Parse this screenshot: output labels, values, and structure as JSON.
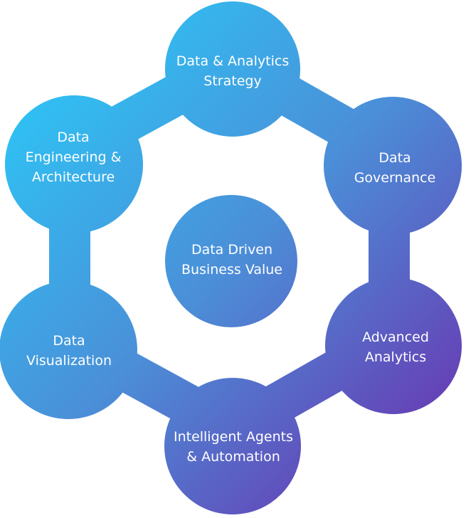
{
  "diagram": {
    "center": {
      "label": "Data Driven\nBusiness Value"
    },
    "nodes": [
      {
        "id": "strategy",
        "label": "Data & Analytics\nStrategy"
      },
      {
        "id": "governance",
        "label": "Data\nGovernance"
      },
      {
        "id": "advanced",
        "label": "Advanced\nAnalytics"
      },
      {
        "id": "agents",
        "label": "Intelligent Agents\n& Automation"
      },
      {
        "id": "visualization",
        "label": "Data\nVisualization"
      },
      {
        "id": "engineering",
        "label": "Data\nEngineering &\nArchitecture"
      }
    ],
    "colors": {
      "gradient_start": "#2bc8f7",
      "gradient_mid": "#4b8fd8",
      "gradient_end": "#6a33b0",
      "text": "#ffffff"
    }
  }
}
